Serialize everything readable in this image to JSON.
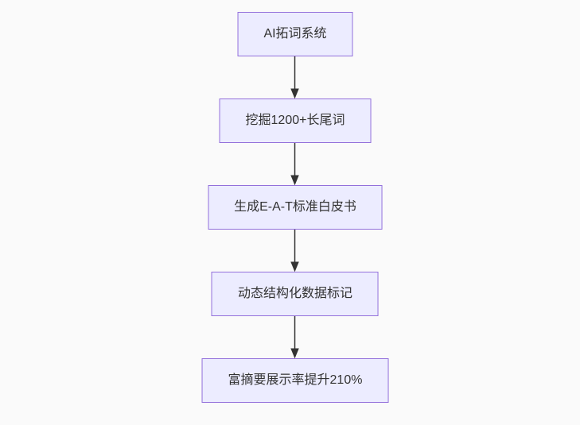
{
  "diagram": {
    "type": "flowchart",
    "direction": "top-down",
    "nodes": [
      {
        "id": "n0",
        "label": "AI拓词系统"
      },
      {
        "id": "n1",
        "label": "挖掘1200+长尾词"
      },
      {
        "id": "n2",
        "label": "生成E-A-T标准白皮书"
      },
      {
        "id": "n3",
        "label": "动态结构化数据标记"
      },
      {
        "id": "n4",
        "label": "富摘要展示率提升210%"
      }
    ],
    "edges": [
      {
        "from": "n0",
        "to": "n1",
        "style": "arrow-down"
      },
      {
        "from": "n1",
        "to": "n2",
        "style": "arrow-down"
      },
      {
        "from": "n2",
        "to": "n3",
        "style": "arrow-down"
      },
      {
        "from": "n3",
        "to": "n4",
        "style": "arrow-down"
      }
    ],
    "colors": {
      "node_fill": "#ECECFF",
      "node_border": "#9370DB",
      "node_text": "#333333",
      "arrow": "#333333",
      "background": "#fafafa"
    }
  }
}
